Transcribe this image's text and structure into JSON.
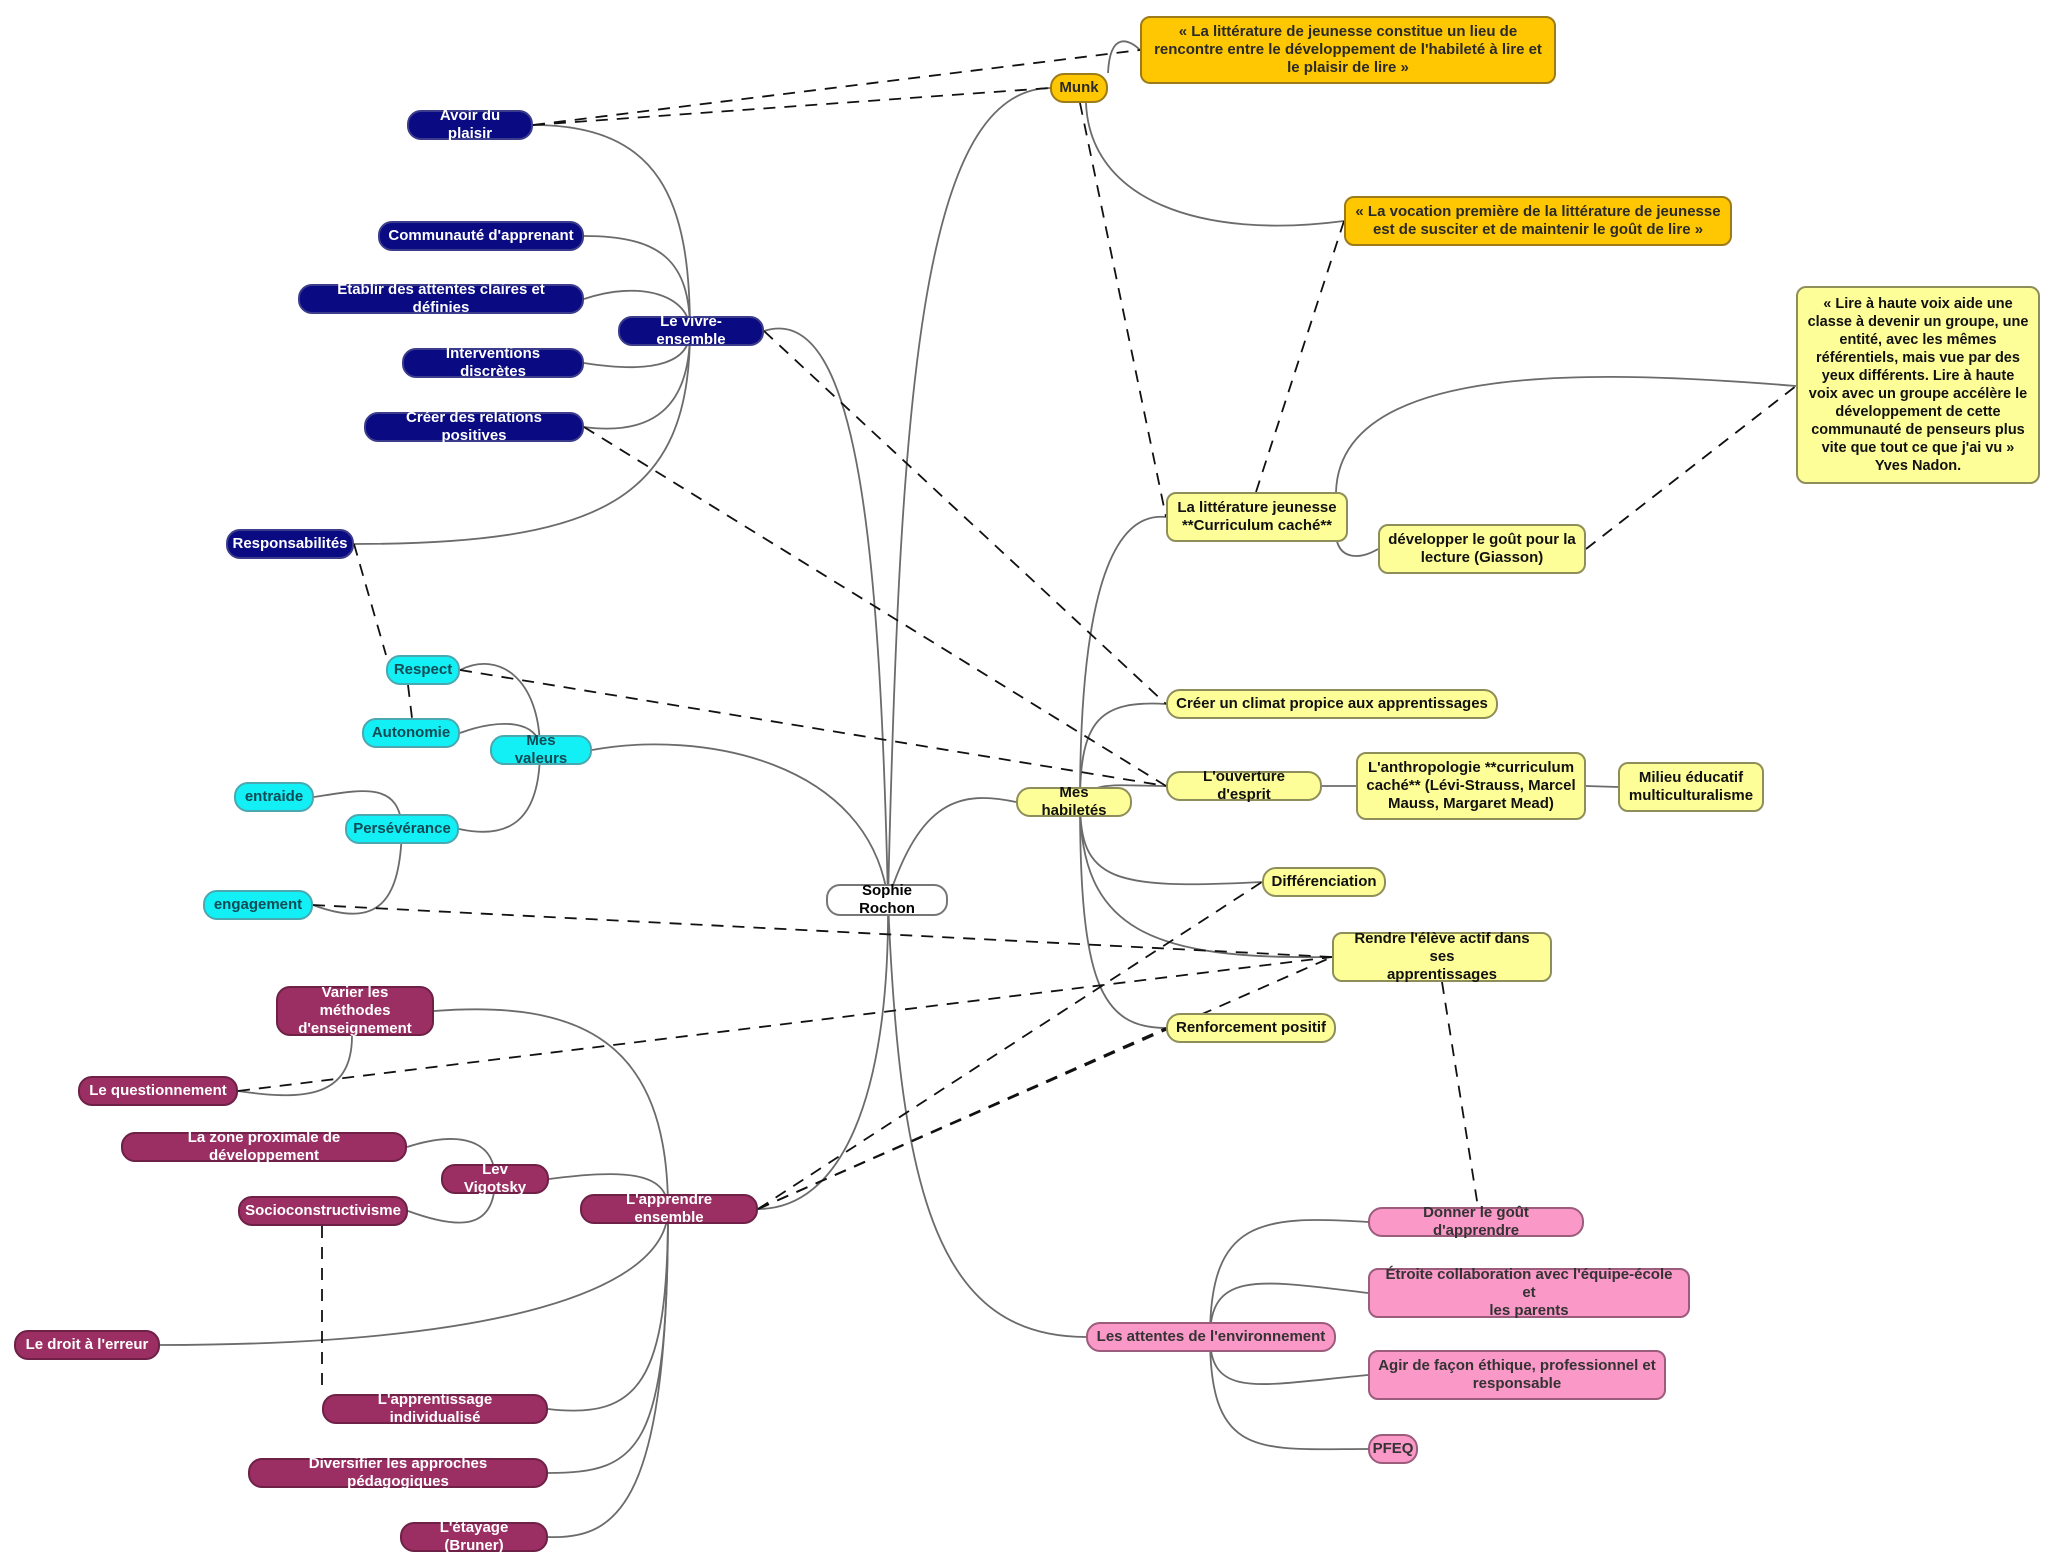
{
  "title": "Sophie Rochon",
  "colors": {
    "center": "#ffffff",
    "navy": "#0a0a82",
    "cyan": "#13f0f5",
    "plum": "#9b2f63",
    "yellow": "#fefe99",
    "gold": "#ffc702",
    "pink": "#fa98c8",
    "line": "#6b6b6b"
  },
  "nodes": {
    "root": "Sophie Rochon",
    "vivre": "Le vivre-ensemble",
    "plaisir": "Avoir du plaisir",
    "communaute": "Communauté d'apprenant",
    "attentes": "Établir des attentes claires et définies",
    "interventions": "Interventions discrètes",
    "relations": "Créer des relations positives",
    "responsabilites": "Responsabilités",
    "valeurs": "Mes valeurs",
    "respect": "Respect",
    "autonomie": "Autonomie",
    "entraide": "entraide",
    "perseverance": "Persévérance",
    "engagement": "engagement",
    "apprendre": "L'apprendre ensemble",
    "varier": "Varier les méthodes\nd'enseignement",
    "questionnement": "Le questionnement",
    "zone": "La zone proximale de développement",
    "vigotsky": "Lev Vigotsky",
    "socio": "Socioconstructivisme",
    "droit": "Le droit à l'erreur",
    "individualise": "L'apprentissage individualisé",
    "diversifier": "Diversifier les approches pédagogiques",
    "etayage": "L'étayage (Bruner)",
    "munk": "Munk",
    "quote1": "« La littérature de jeunesse constitue un lieu de\nrencontre entre le développement de l'habileté à lire et\nle plaisir de lire »",
    "quote2": "« La vocation première de la littérature de jeunesse\nest de susciter et de maintenir le goût de lire »",
    "nadon": "« Lire à haute voix aide une\nclasse à devenir un groupe, une\nentité, avec les mêmes\nréférentiels, mais vue par des\nyeux différents. Lire à haute\nvoix avec un groupe accélère le\ndéveloppement de cette\ncommunauté de penseurs plus\nvite que tout ce que j'ai vu »\nYves Nadon.",
    "litterature": "La littérature jeunesse\n**Curriculum caché**",
    "gout": "développer le goût pour la\nlecture (Giasson)",
    "habiletes": "Mes habiletés",
    "climat": "Créer un climat propice aux apprentissages",
    "ouverture": "L'ouverture d'esprit",
    "anthropologie": "L'anthropologie **curriculum\ncaché** (Lévi-Strauss, Marcel\nMauss, Margaret Mead)",
    "milieu": "Milieu éducatif\nmulticulturalisme",
    "differenciation": "Différenciation",
    "actif": "Rendre l'élève actif dans ses\napprentissages",
    "renforcement": "Renforcement positif",
    "env": "Les attentes de l'environnement",
    "donner": "Donner le goût d'apprendre",
    "collaboration": "Étroite collaboration avec l'équipe-école et\nles parents",
    "ethique": "Agir de façon éthique, professionnel  et\nresponsable",
    "pfeq": "PFEQ"
  }
}
